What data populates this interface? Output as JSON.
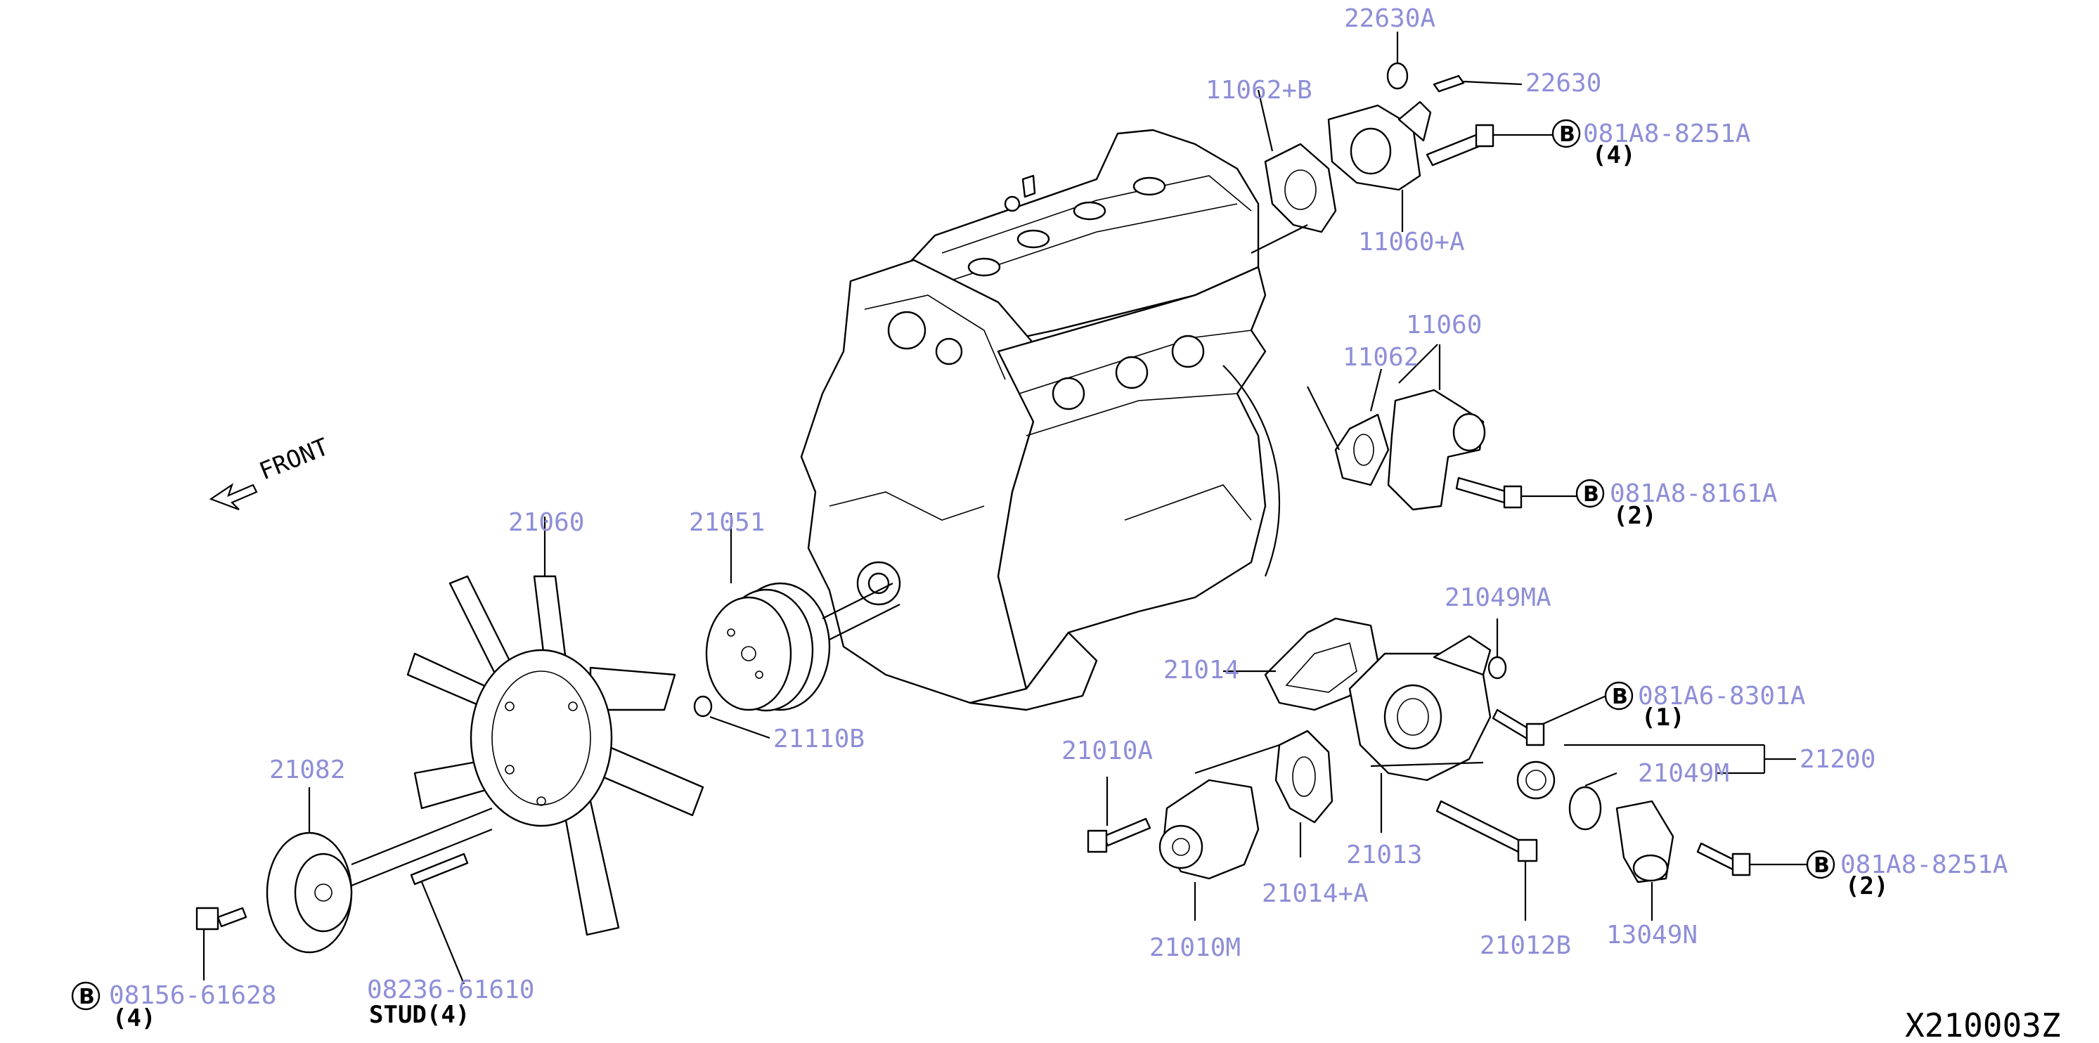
{
  "title_code": "X210003Z",
  "direction": {
    "label": "FRONT",
    "icon": "arrow-icon"
  },
  "bolt_symbol": "B",
  "labels": {
    "p22630A": "22630A",
    "p22630": "22630",
    "p11062B": "11062+B",
    "p081A8_8251A_top": "081A8-8251A",
    "q4_top": "(4)",
    "p11060A": "11060+A",
    "p11060": "11060",
    "p11062": "11062",
    "p081A8_8161A": "081A8-8161A",
    "q_8161A": "(2)",
    "p21060": "21060",
    "p21051": "21051",
    "p21049MA": "21049MA",
    "p21014": "21014",
    "p081A6_8301A": "081A6-8301A",
    "q1": "(1)",
    "p21110B": "21110B",
    "p21010A": "21010A",
    "p21200": "21200",
    "p21049M": "21049M",
    "p21082": "21082",
    "p21013": "21013",
    "p081A8_8251A_bot": "081A8-8251A",
    "q2": "(2)",
    "p21014A": "21014+A",
    "p21010M": "21010M",
    "p21012B": "21012B",
    "p13049N": "13049N",
    "p08156_61628": "08156-61628",
    "q4_left": "(4)",
    "p08236_61610": "08236-61610",
    "stud_qty": "STUD(4)"
  }
}
